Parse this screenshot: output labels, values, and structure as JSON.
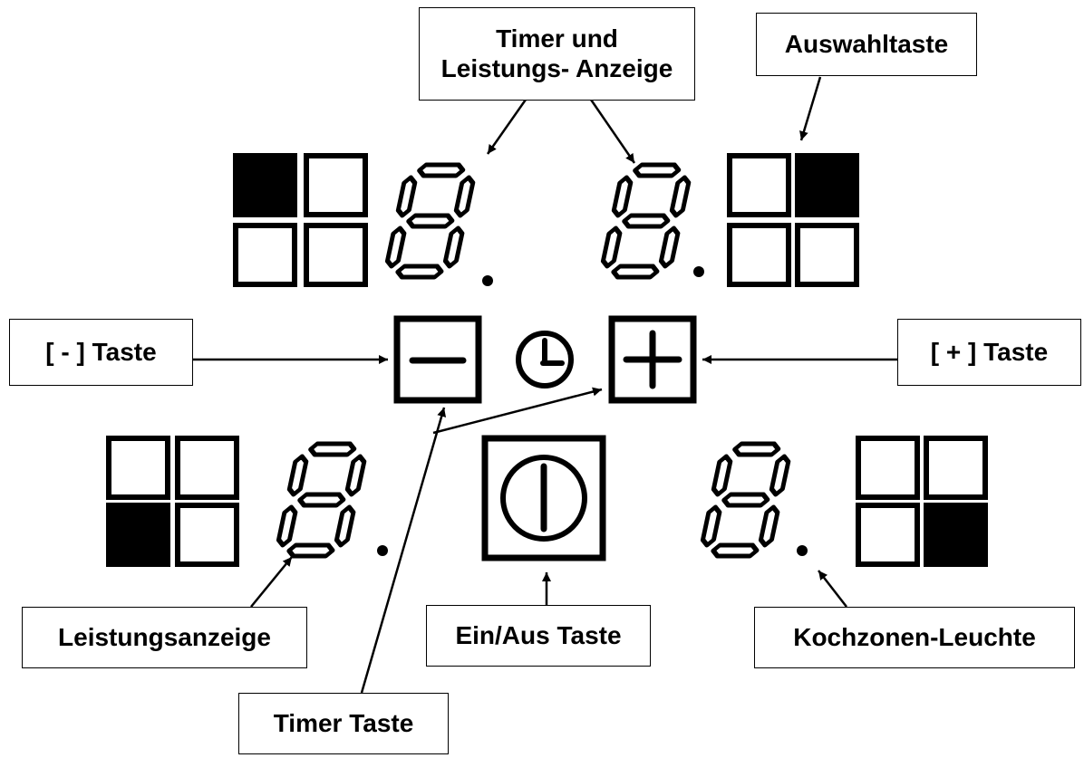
{
  "labels": {
    "display": "Timer und",
    "display_line2": "Leistungs- Anzeige",
    "select_key": "Auswahltaste",
    "minus_key": "[ - ] Taste",
    "plus_key": "[ + ] Taste",
    "power_display": "Leistungsanzeige",
    "onoff_key": "Ein/Aus Taste",
    "zone_light": "Kochzonen-Leuchte",
    "timer_key": "Timer Taste"
  },
  "zones": [
    {
      "id": "top-left",
      "active_square": 0
    },
    {
      "id": "top-right",
      "active_square": 1
    },
    {
      "id": "bottom-left",
      "active_square": 2
    },
    {
      "id": "bottom-right",
      "active_square": 3
    }
  ],
  "icons": [
    "clock-icon",
    "minus-icon",
    "plus-icon",
    "power-icon"
  ],
  "colors": {
    "ink": "#000000",
    "background": "#ffffff"
  }
}
